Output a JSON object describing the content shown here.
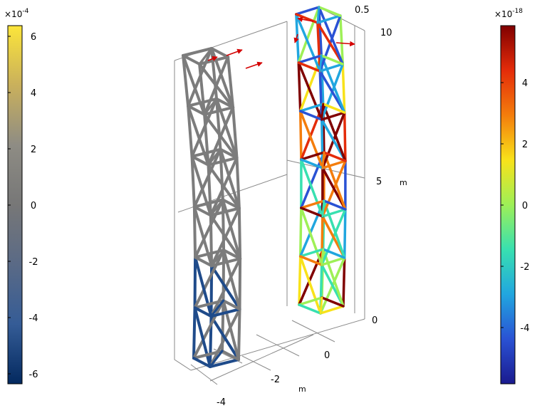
{
  "left_colorbar": {
    "exponent_base": "×10",
    "exponent_power": "-4",
    "ticks": [
      "6",
      "4",
      "2",
      "0",
      "-2",
      "-4",
      "-6"
    ],
    "colors": [
      "#fce53a",
      "#c9b05c",
      "#8e8c84",
      "#777777",
      "#5a6a86",
      "#355c96",
      "#03295f"
    ]
  },
  "right_colorbar": {
    "exponent_base": "×10",
    "exponent_power": "-18",
    "ticks": [
      "4",
      "2",
      "0",
      "-2",
      "-4"
    ],
    "colors": [
      "#800000",
      "#e42c0a",
      "#f47d0c",
      "#f8e21a",
      "#9ef057",
      "#38e0b0",
      "#21a6df",
      "#2a52d4",
      "#1a1a8e"
    ]
  },
  "axes": {
    "z_ticks": [
      "0.5",
      "10",
      "5",
      "0"
    ],
    "z_unit": "m",
    "x_ticks": [
      "0",
      "-2",
      "-4"
    ],
    "x_unit": "m"
  },
  "colors": {
    "left_tower": "#7c7c7c",
    "left_tower_lower": "#1f4b8a",
    "arrow": "#d40000",
    "grid": "#8a8a8a"
  }
}
